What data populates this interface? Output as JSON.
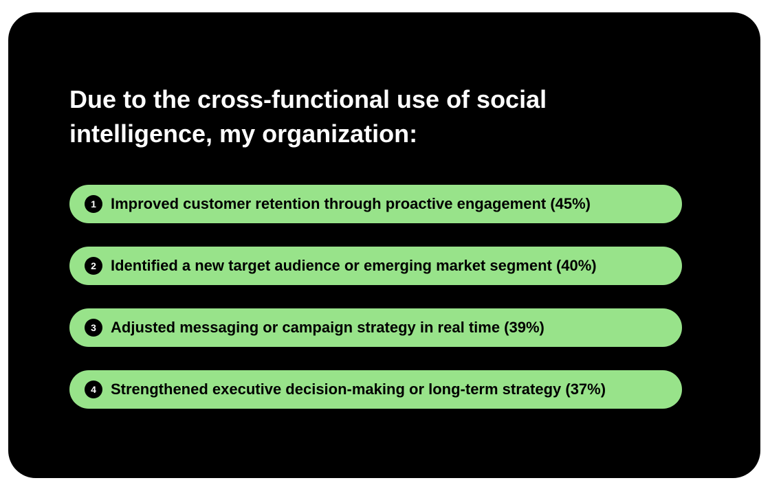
{
  "title": "Due to the cross-functional use of social intelligence, my organization:",
  "colors": {
    "card_background": "#000000",
    "pill_background": "#98e38a",
    "title_text": "#ffffff"
  },
  "items": [
    {
      "number": "1",
      "label": "Improved customer retention through proactive engagement (45%)"
    },
    {
      "number": "2",
      "label": "Identified a new target audience or emerging market segment (40%)"
    },
    {
      "number": "3",
      "label": "Adjusted messaging or campaign strategy in real time (39%)"
    },
    {
      "number": "4",
      "label": "Strengthened executive decision-making or long-term strategy (37%)"
    }
  ]
}
